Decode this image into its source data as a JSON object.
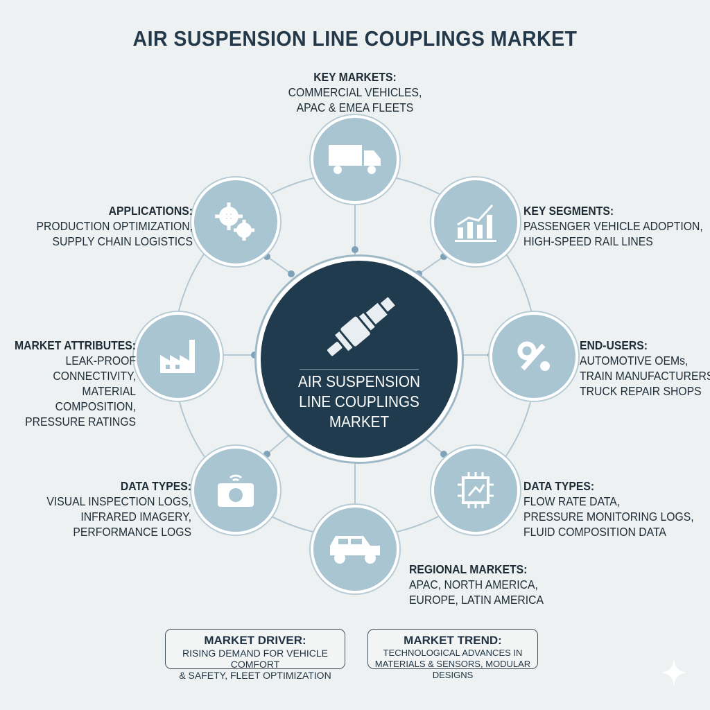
{
  "title": "AIR SUSPENSION LINE COUPLINGS MARKET",
  "center": {
    "lines": [
      "AIR SUSPENSION",
      "LINE COUPLINGS",
      "MARKET"
    ]
  },
  "nodes": {
    "key_markets": {
      "heading": "KEY MARKETS:",
      "lines": [
        "COMMERCIAL VEHICLES,",
        "APAC & EMEA FLEETS"
      ],
      "icon": "truck-icon"
    },
    "key_segments": {
      "heading": "KEY SEGMENTS:",
      "lines": [
        "PASSENGER VEHICLE ADOPTION,",
        "HIGH-SPEED RAIL LINES"
      ],
      "icon": "bar-chart-icon"
    },
    "end_users": {
      "heading": "END-USERS:",
      "lines": [
        "AUTOMOTIVE OEMs,",
        "TRAIN MANUFACTURERS,",
        "TRUCK REPAIR SHOPS"
      ],
      "icon": "wrench-gear-icon"
    },
    "data_types_right": {
      "heading": "DATA TYPES:",
      "lines": [
        "FLOW RATE DATA,",
        "PRESSURE MONITORING LOGS,",
        "FLUID COMPOSITION DATA"
      ],
      "icon": "chip-icon"
    },
    "regional_markets": {
      "heading": "REGIONAL MARKETS:",
      "lines": [
        "APAC, NORTH AMERICA,",
        "EUROPE, LATIN AMERICA"
      ],
      "icon": "suv-icon"
    },
    "data_types_left": {
      "heading": "DATA TYPES:",
      "lines": [
        "VISUAL INSPECTION LOGS,",
        "INFRARED IMAGERY,",
        "PERFORMANCE LOGS"
      ],
      "icon": "camera-icon"
    },
    "market_attributes": {
      "heading": "MARKET ATTRIBUTES:",
      "lines": [
        "LEAK-PROOF CONNECTIVITY,",
        "MATERIAL COMPOSITION,",
        "PRESSURE RATINGS"
      ],
      "icon": "factory-icon"
    },
    "applications": {
      "heading": "APPLICATIONS:",
      "lines": [
        "PRODUCTION OPTIMIZATION,",
        "SUPPLY CHAIN LOGISTICS"
      ],
      "icon": "gears-icon"
    }
  },
  "driver": {
    "heading": "MARKET DRIVER:",
    "lines": [
      "RISING DEMAND FOR VEHICLE COMFORT",
      "& SAFETY, FLEET OPTIMIZATION"
    ]
  },
  "trend": {
    "heading": "MARKET TREND:",
    "lines": [
      "TECHNOLOGICAL ADVANCES IN",
      "MATERIALS & SENSORS, MODULAR DESIGNS"
    ]
  },
  "colors": {
    "dark": "#1f3b4d",
    "node": "#a9c5d2",
    "line": "#9fb8c6"
  }
}
